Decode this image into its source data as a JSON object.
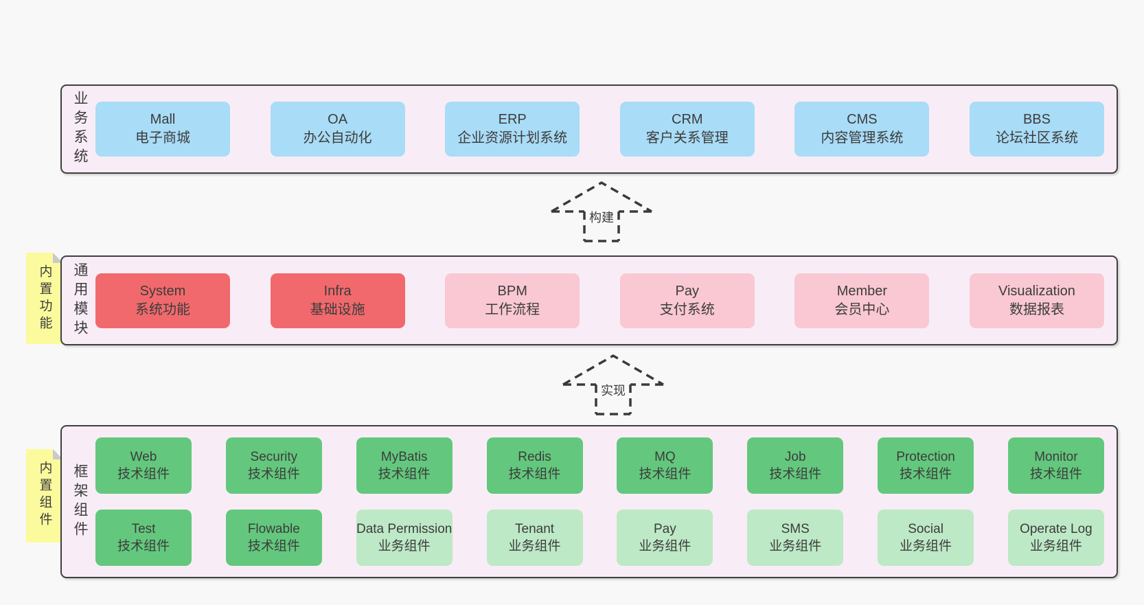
{
  "colors": {
    "pageBg": "#f8f8f8",
    "containerBg": "#f8edf6",
    "border": "#3f3f3f",
    "text": "#3c3c3c",
    "blue": "#a9dcf6",
    "red": "#f1696c",
    "pink": "#f9c8d2",
    "green": "#63c87d",
    "lightgreen": "#bde9c6",
    "note": "#fbfb9d",
    "noteFold": "#c9c9c9"
  },
  "layers": [
    {
      "id": "business-systems",
      "label": "业务系统",
      "boxes": [
        {
          "title": "Mall",
          "subtitle": "电子商城",
          "variant": "blue"
        },
        {
          "title": "OA",
          "subtitle": "办公自动化",
          "variant": "blue"
        },
        {
          "title": "ERP",
          "subtitle": "企业资源计划系统",
          "variant": "blue"
        },
        {
          "title": "CRM",
          "subtitle": "客户关系管理",
          "variant": "blue"
        },
        {
          "title": "CMS",
          "subtitle": "内容管理系统",
          "variant": "blue"
        },
        {
          "title": "BBS",
          "subtitle": "论坛社区系统",
          "variant": "blue"
        }
      ]
    },
    {
      "id": "common-modules",
      "label": "通用模块",
      "note": "内置功能",
      "boxes": [
        {
          "title": "System",
          "subtitle": "系统功能",
          "variant": "red"
        },
        {
          "title": "Infra",
          "subtitle": "基础设施",
          "variant": "red"
        },
        {
          "title": "BPM",
          "subtitle": "工作流程",
          "variant": "pink"
        },
        {
          "title": "Pay",
          "subtitle": "支付系统",
          "variant": "pink"
        },
        {
          "title": "Member",
          "subtitle": "会员中心",
          "variant": "pink"
        },
        {
          "title": "Visualization",
          "subtitle": "数据报表",
          "variant": "pink"
        }
      ]
    },
    {
      "id": "framework-components",
      "label": "框架组件",
      "note": "内置组件",
      "rows": [
        [
          {
            "title": "Web",
            "subtitle": "技术组件",
            "variant": "green"
          },
          {
            "title": "Security",
            "subtitle": "技术组件",
            "variant": "green"
          },
          {
            "title": "MyBatis",
            "subtitle": "技术组件",
            "variant": "green"
          },
          {
            "title": "Redis",
            "subtitle": "技术组件",
            "variant": "green"
          },
          {
            "title": "MQ",
            "subtitle": "技术组件",
            "variant": "green"
          },
          {
            "title": "Job",
            "subtitle": "技术组件",
            "variant": "green"
          },
          {
            "title": "Protection",
            "subtitle": "技术组件",
            "variant": "green"
          },
          {
            "title": "Monitor",
            "subtitle": "技术组件",
            "variant": "green"
          }
        ],
        [
          {
            "title": "Test",
            "subtitle": "技术组件",
            "variant": "green"
          },
          {
            "title": "Flowable",
            "subtitle": "技术组件",
            "variant": "green"
          },
          {
            "title": "Data Permission",
            "subtitle": "业务组件",
            "variant": "lightgreen"
          },
          {
            "title": "Tenant",
            "subtitle": "业务组件",
            "variant": "lightgreen"
          },
          {
            "title": "Pay",
            "subtitle": "业务组件",
            "variant": "lightgreen"
          },
          {
            "title": "SMS",
            "subtitle": "业务组件",
            "variant": "lightgreen"
          },
          {
            "title": "Social",
            "subtitle": "业务组件",
            "variant": "lightgreen"
          },
          {
            "title": "Operate Log",
            "subtitle": "业务组件",
            "variant": "lightgreen"
          }
        ]
      ]
    }
  ],
  "arrows": [
    {
      "label": "构建"
    },
    {
      "label": "实现"
    }
  ]
}
